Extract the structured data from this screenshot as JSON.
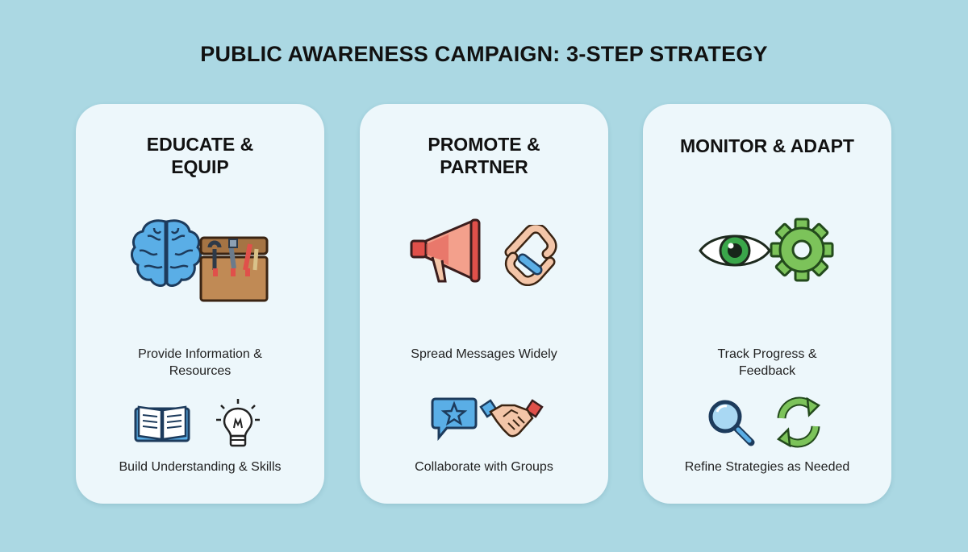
{
  "title": "PUBLIC AWARENESS CAMPAIGN: 3-STEP STRATEGY",
  "cards": [
    {
      "heading_line1": "EDUCATE &",
      "heading_line2": "EQUIP",
      "main_text_line1": "Provide Information &",
      "main_text_line2": "Resources",
      "sub_text": "Build Understanding & Skills",
      "icons": [
        "brain-icon",
        "toolbox-icon",
        "open-book-icon",
        "lightbulb-icon"
      ]
    },
    {
      "heading_line1": "PROMOTE &",
      "heading_line2": "PARTNER",
      "main_text_line1": "Spread Messages Widely",
      "main_text_line2": "",
      "sub_text": "Collaborate with Groups",
      "icons": [
        "megaphone-icon",
        "chain-link-icon",
        "star-speech-bubble-icon",
        "handshake-icon"
      ]
    },
    {
      "heading_line1": "MONITOR & ADAPT",
      "heading_line2": "",
      "main_text_line1": "Track Progress &",
      "main_text_line2": "Feedback",
      "sub_text": "Refine Strategies as Needed",
      "icons": [
        "eye-icon",
        "gear-icon",
        "magnifying-glass-icon",
        "refresh-arrows-icon"
      ]
    }
  ],
  "colors": {
    "background": "#abd8e3",
    "card": "#edf7fb",
    "brain_blue": "#5aaee6",
    "toolbox_brown": "#c08a55",
    "megaphone_red": "#e0504a",
    "eye_green": "#3aa64a",
    "gear_green": "#7cc35a"
  }
}
